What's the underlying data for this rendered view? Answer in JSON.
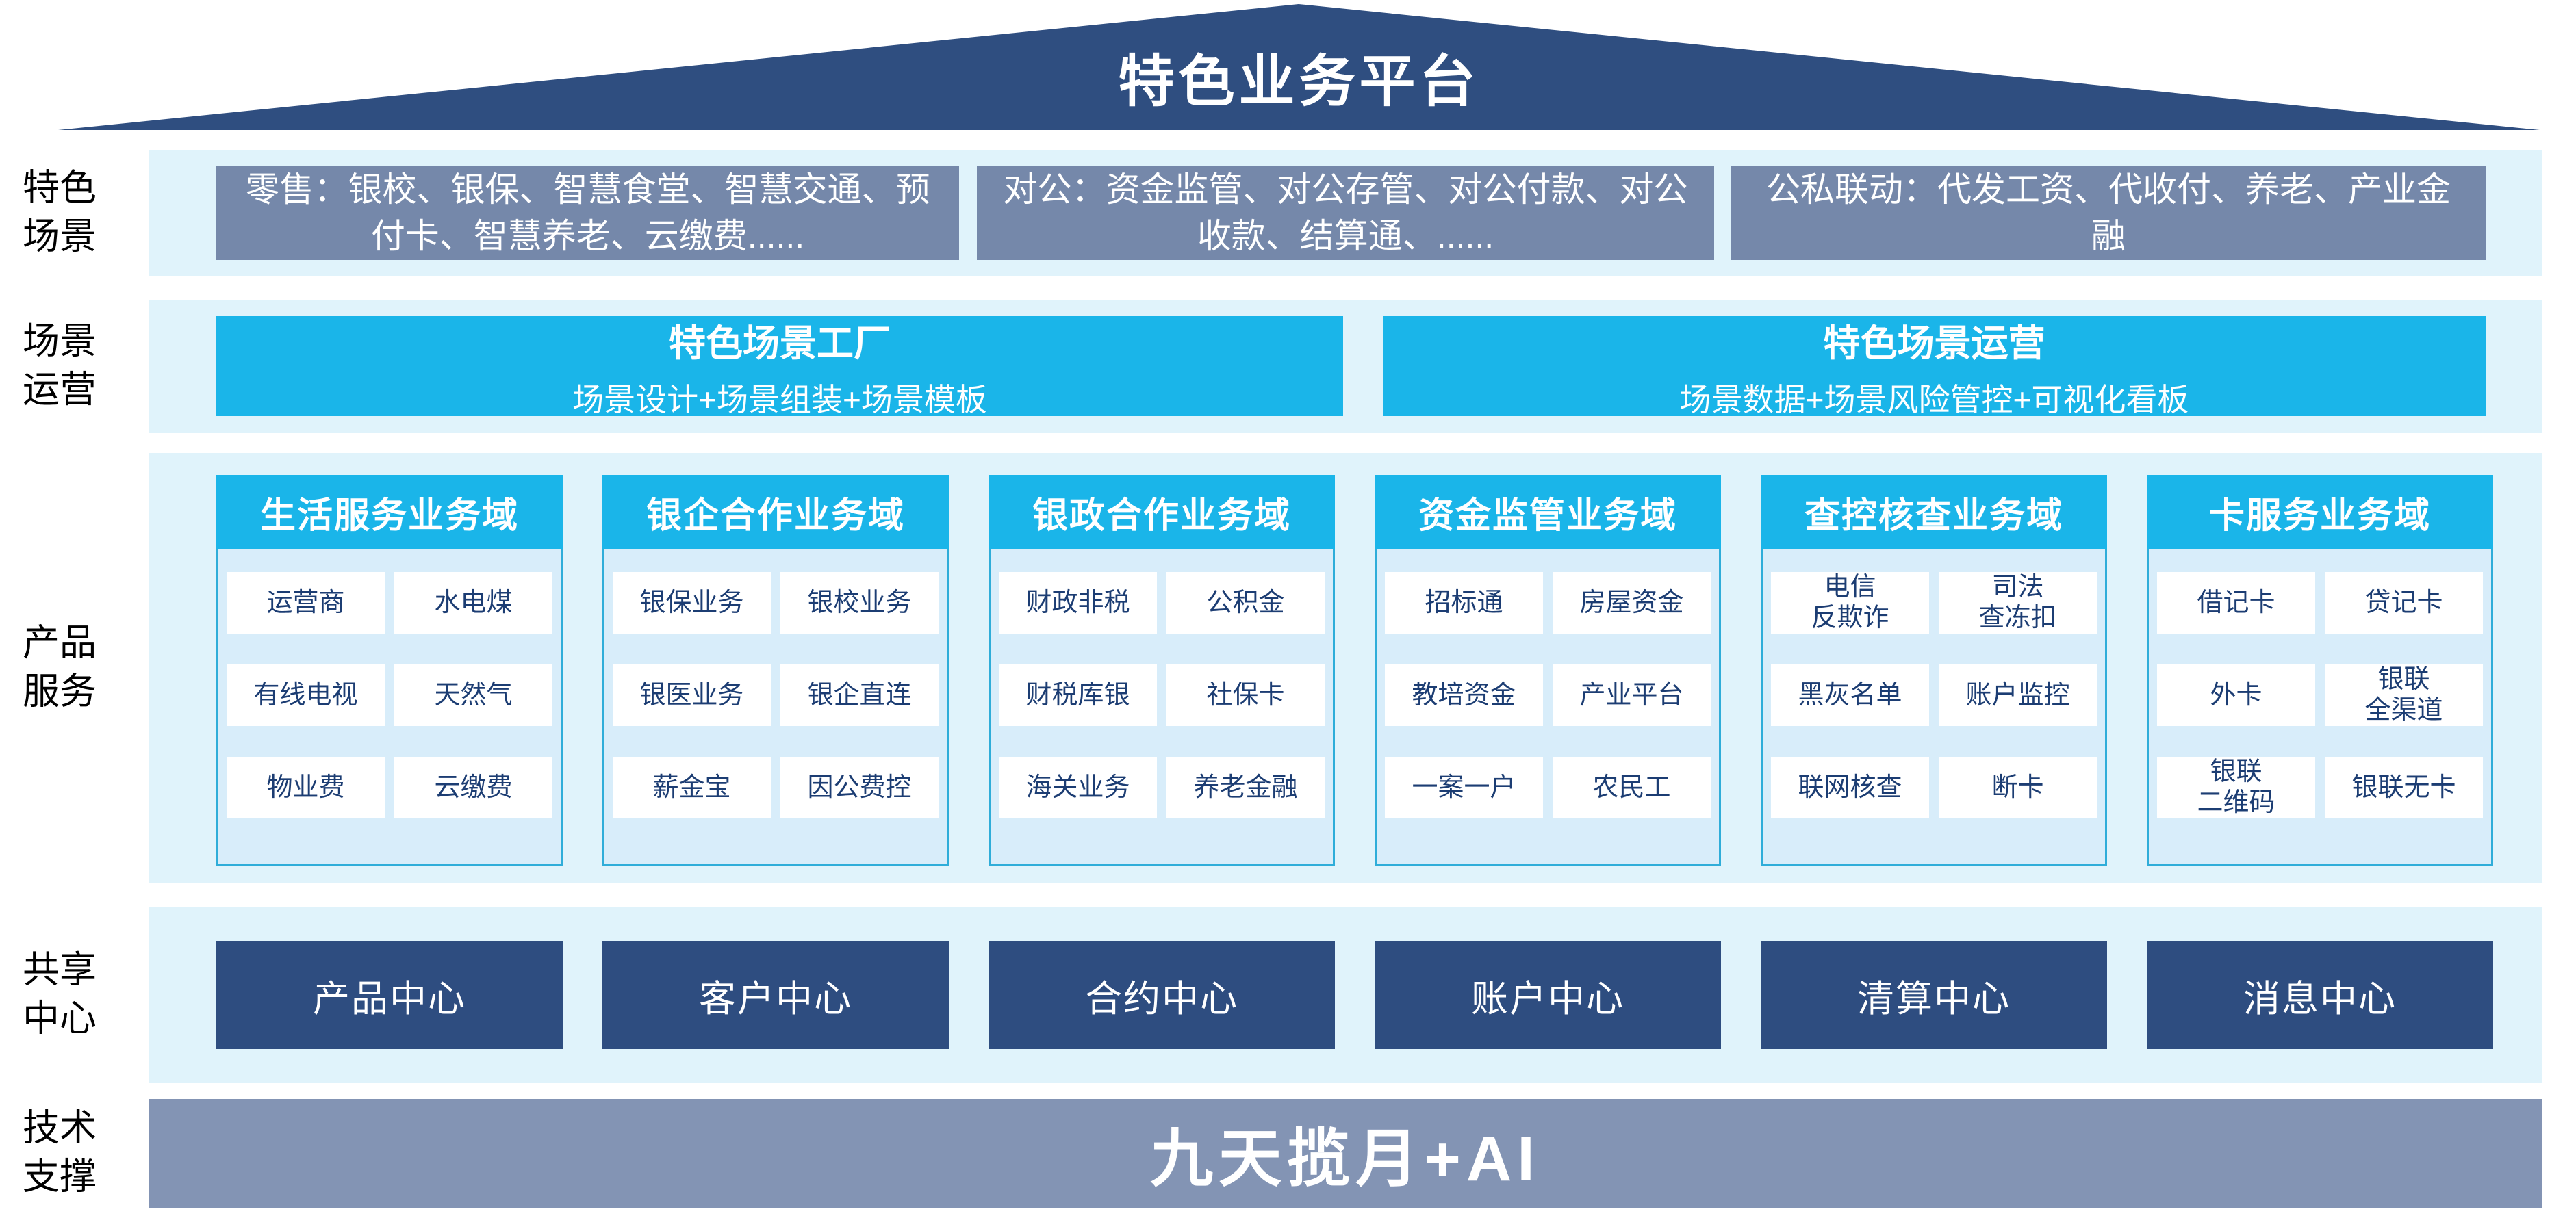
{
  "page": {
    "title": "特色业务平台"
  },
  "colors": {
    "roof_navy": "#2f4e80",
    "accent_cyan": "#1ab5e9",
    "slate_box": "#7588aa",
    "pale_band": "#e0f3fb",
    "column_body": "#d8edfa",
    "column_border": "#2fadd9",
    "cell_text_navy": "#1c3d73",
    "center_navy": "#2e4d80",
    "tech_bar_slate": "#8394b4"
  },
  "layers": [
    {
      "id": "scenes",
      "label": "特色\n场景"
    },
    {
      "id": "operations",
      "label": "场景\n运营"
    },
    {
      "id": "products",
      "label": "产品\n服务"
    },
    {
      "id": "centers",
      "label": "共享\n中心"
    },
    {
      "id": "tech",
      "label": "技术\n支撑"
    }
  ],
  "scenes": {
    "items": [
      "零售：银校、银保、智慧食堂、智慧交通、预付卡、智慧养老、云缴费......",
      "对公：资金监管、对公存管、对公付款、对公收款、结算通、......",
      "公私联动：代发工资、代收付、养老、产业金融"
    ]
  },
  "operations": {
    "items": [
      {
        "title": "特色场景工厂",
        "subtitle": "场景设计+场景组装+场景模板"
      },
      {
        "title": "特色场景运营",
        "subtitle": "场景数据+场景风险管控+可视化看板"
      }
    ]
  },
  "products": {
    "columns": [
      {
        "title": "生活服务业务域",
        "cells": [
          "运营商",
          "水电煤",
          "有线电视",
          "天然气",
          "物业费",
          "云缴费"
        ]
      },
      {
        "title": "银企合作业务域",
        "cells": [
          "银保业务",
          "银校业务",
          "银医业务",
          "银企直连",
          "薪金宝",
          "因公费控"
        ]
      },
      {
        "title": "银政合作业务域",
        "cells": [
          "财政非税",
          "公积金",
          "财税库银",
          "社保卡",
          "海关业务",
          "养老金融"
        ]
      },
      {
        "title": "资金监管业务域",
        "cells": [
          "招标通",
          "房屋资金",
          "教培资金",
          "产业平台",
          "一案一户",
          "农民工"
        ]
      },
      {
        "title": "查控核查业务域",
        "cells": [
          "电信\n反欺诈",
          "司法\n查冻扣",
          "黑灰名单",
          "账户监控",
          "联网核查",
          "断卡"
        ]
      },
      {
        "title": "卡服务业务域",
        "cells": [
          "借记卡",
          "贷记卡",
          "外卡",
          "银联\n全渠道",
          "银联\n二维码",
          "银联无卡"
        ]
      }
    ]
  },
  "centers": {
    "items": [
      "产品中心",
      "客户中心",
      "合约中心",
      "账户中心",
      "清算中心",
      "消息中心"
    ]
  },
  "tech": {
    "label": "九天揽月+AI"
  }
}
